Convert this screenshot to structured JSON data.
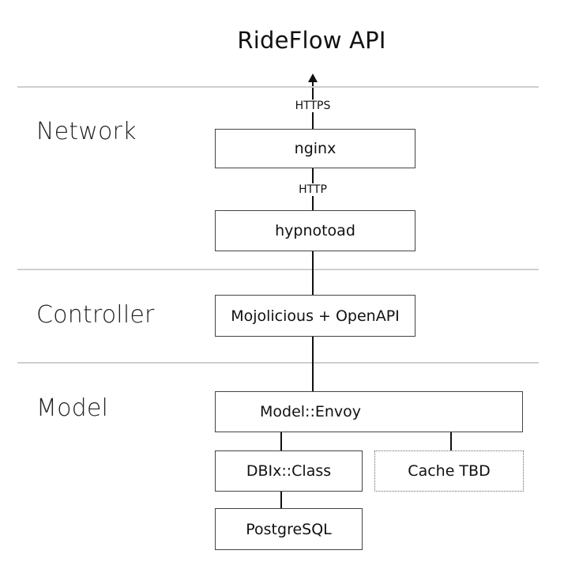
{
  "title": "RideFlow API",
  "layers": {
    "network": "Network",
    "controller": "Controller",
    "model": "Model"
  },
  "edges": {
    "https": "HTTPS",
    "http": "HTTP"
  },
  "boxes": {
    "nginx": "nginx",
    "hypnotoad": "hypnotoad",
    "mojolicious": "Mojolicious + OpenAPI",
    "envoy": "Model::Envoy",
    "dbix": "DBIx::Class",
    "cache": "Cache TBD",
    "postgres": "PostgreSQL"
  }
}
